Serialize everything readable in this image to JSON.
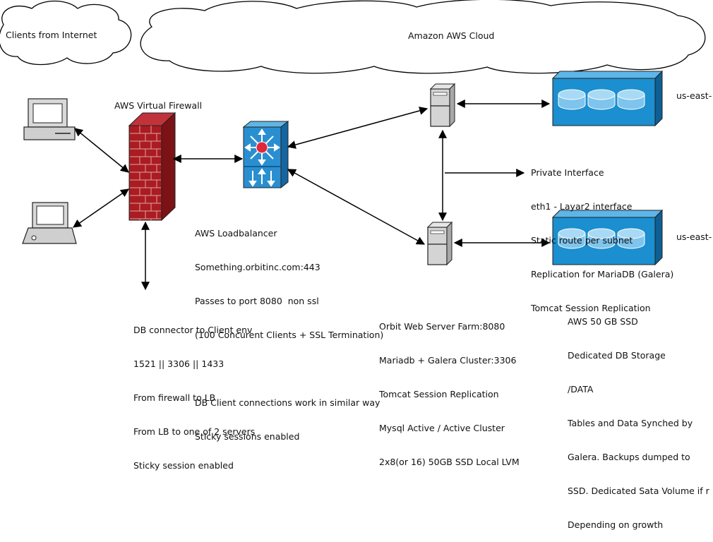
{
  "clouds": {
    "internet": "Clients from Internet",
    "aws": "Amazon AWS Cloud"
  },
  "firewall": {
    "label": "AWS Virtual Firewall"
  },
  "loadbalancer": {
    "lines": [
      "AWS Loadbalancer",
      "Something.orbitinc.com:443",
      "Passes to port 8080  non ssl",
      "(100 Concurent Clients + SSL Termination)",
      "",
      "DB Client connections work in similar way",
      "Sticky sessions enabled"
    ]
  },
  "db_connector": {
    "lines": [
      "DB connector to Client env",
      "1521 || 3306 || 1433",
      "From firewall to LB",
      "From LB to one of 2 servers",
      "Sticky session enabled"
    ]
  },
  "private_interface": {
    "lines": [
      "Private Interface",
      "eth1 - Layar2 interface",
      "Static route per subnet",
      "Replication for MariaDB (Galera)",
      "Tomcat Session Replication"
    ]
  },
  "server_farm": {
    "lines": [
      "Orbit Web Server Farm:8080",
      "Mariadb + Galera Cluster:3306",
      "Tomcat Session Replication",
      "Mysql Active / Active Cluster",
      "2x8(or 16) 50GB SSD Local LVM"
    ]
  },
  "storage_note": {
    "lines": [
      "AWS 50 GB SSD",
      "Dedicated DB Storage",
      "/DATA",
      "Tables and Data Synched by",
      "Galera. Backups dumped to",
      "SSD. Dedicated Sata Volume if r",
      "Depending on growth"
    ]
  },
  "regions": {
    "top": "us-east-",
    "bottom": "us-east-"
  },
  "colors": {
    "firewall": "#a81c22",
    "brick_line": "#e8a0a0",
    "switch": "#2a8fd0",
    "storage": "#1b8fcf",
    "disk": "#7fc4ec"
  }
}
